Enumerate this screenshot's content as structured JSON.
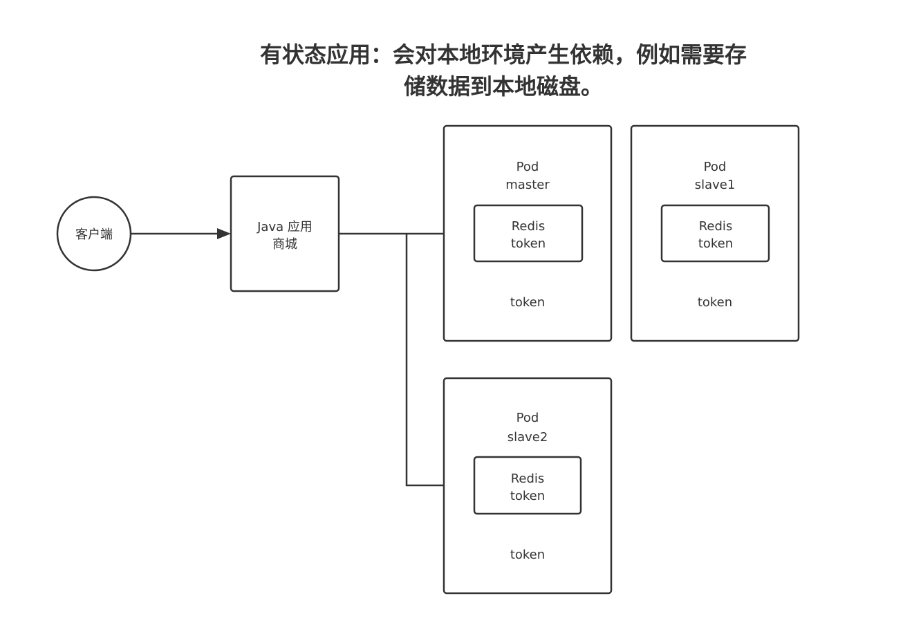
{
  "title": {
    "line1": "有状态应用：会对本地环境产生依赖，例如需要存",
    "line2": "储数据到本地磁盘。"
  },
  "client": {
    "label": "客户端"
  },
  "java_app": {
    "line1": "Java 应用",
    "line2": "商城"
  },
  "pods": [
    {
      "title": "Pod",
      "name": "master",
      "redis": "Redis",
      "redis_data": "token",
      "data": "token"
    },
    {
      "title": "Pod",
      "name": "slave1",
      "redis": "Redis",
      "redis_data": "token",
      "data": "token"
    },
    {
      "title": "Pod",
      "name": "slave2",
      "redis": "Redis",
      "redis_data": "token",
      "data": "token"
    }
  ]
}
